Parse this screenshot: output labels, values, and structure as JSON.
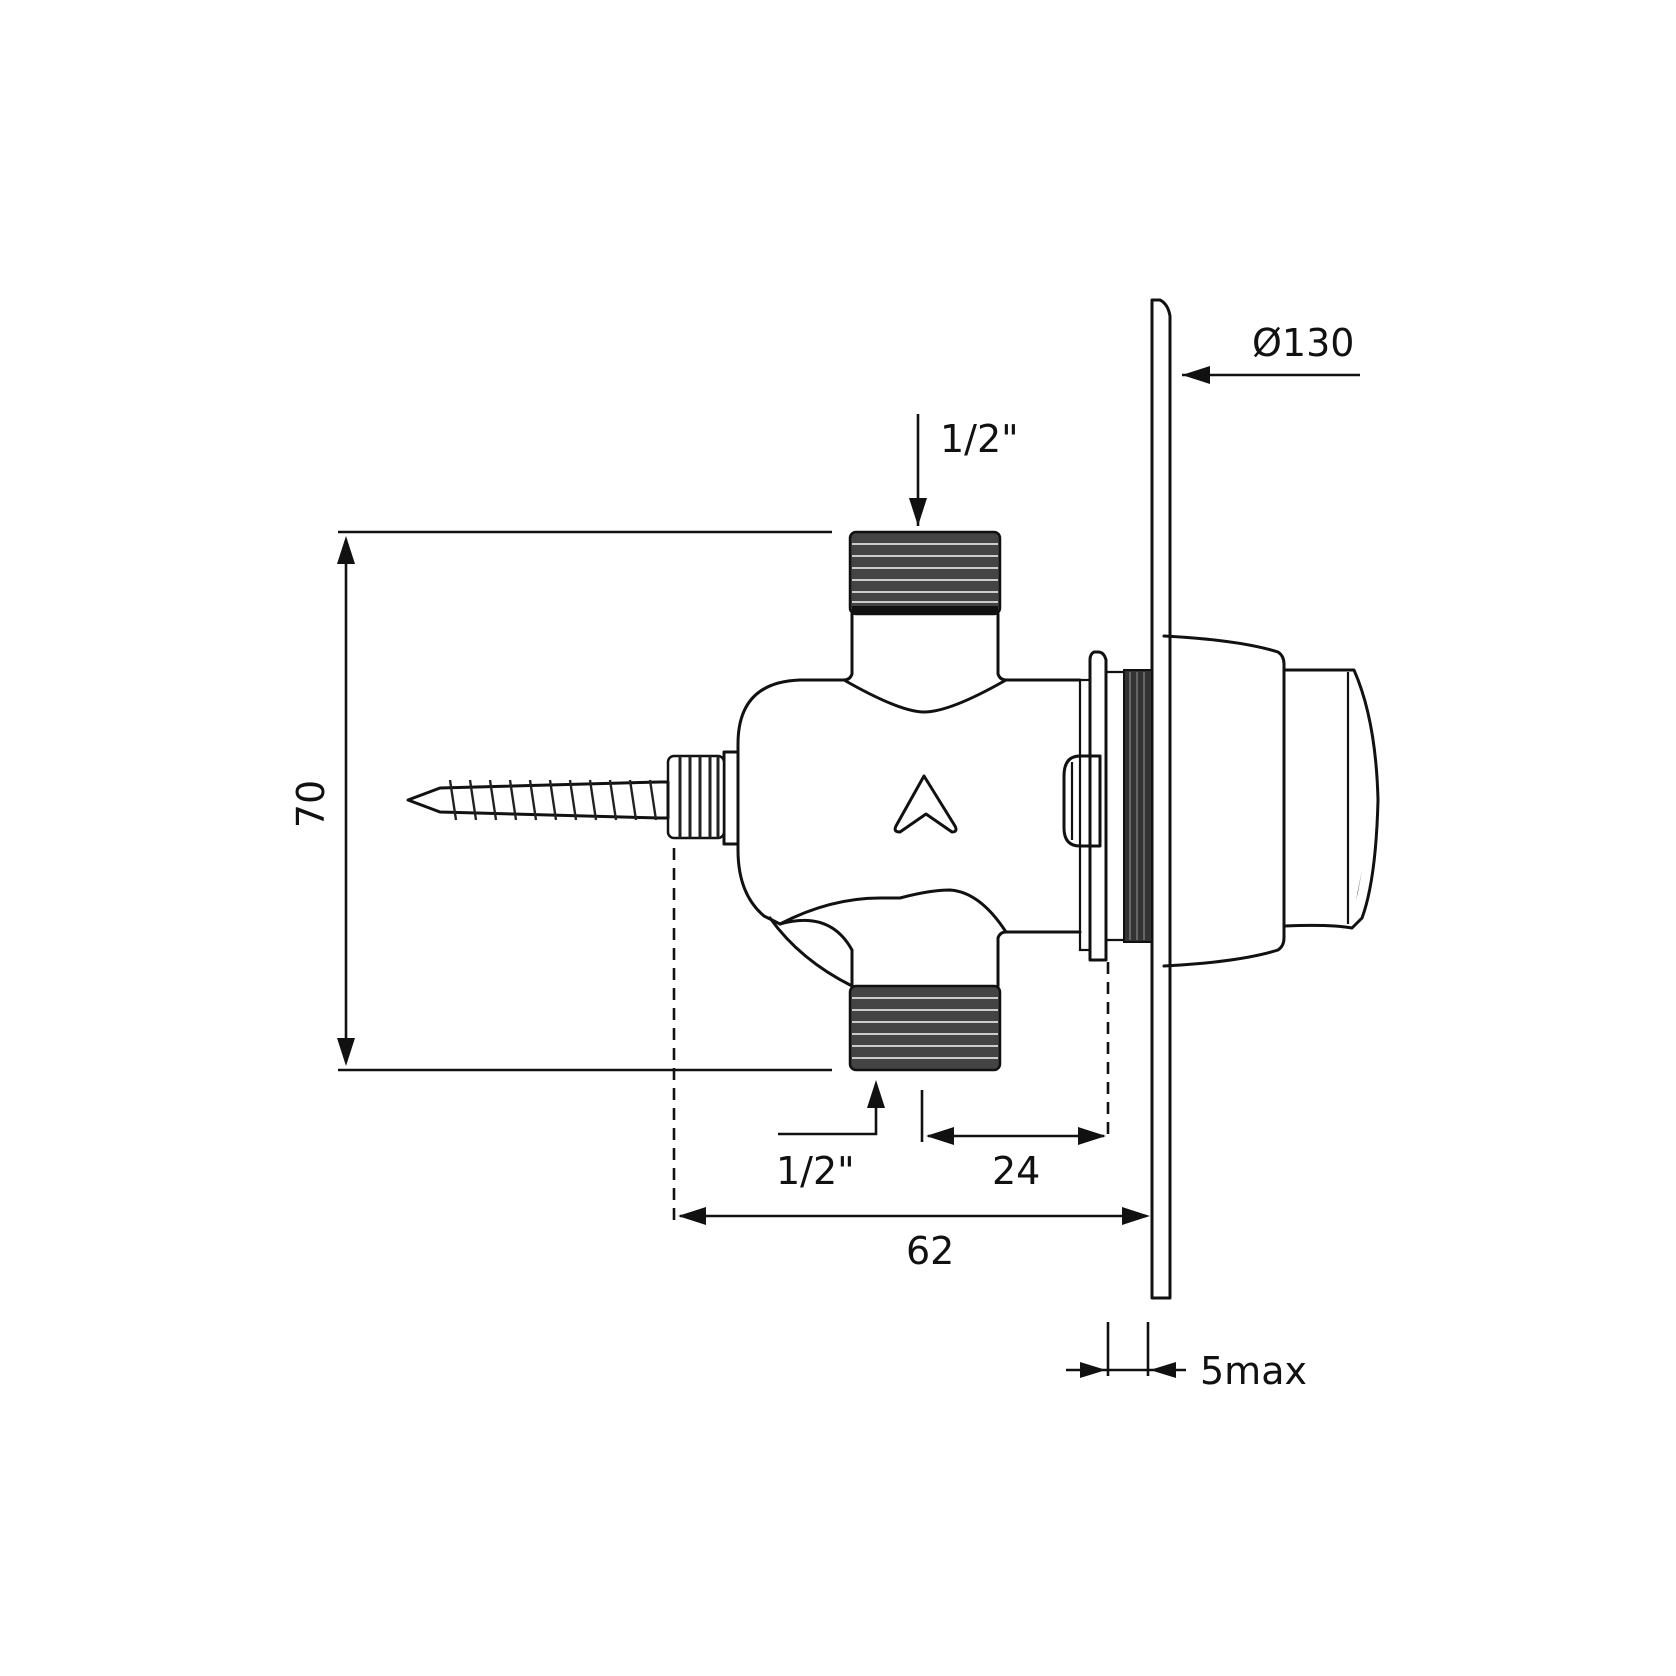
{
  "drawing": {
    "title": "Concealed time-flow valve with wall plate and push button — side elevation",
    "line_color": "#111111",
    "background": "#ffffff"
  },
  "dimensions": {
    "plate_diameter": "Ø130",
    "inlet_top": "1/2\"",
    "outlet_bottom": "1/2\"",
    "height": "70",
    "depth_thread": "24",
    "overall_depth": "62",
    "plate_thickness": "5max"
  },
  "components": [
    {
      "name": "wall-screw"
    },
    {
      "name": "valve-body"
    },
    {
      "name": "inlet-thread-top"
    },
    {
      "name": "outlet-thread-bottom"
    },
    {
      "name": "mounting-flange"
    },
    {
      "name": "wall-plate"
    },
    {
      "name": "push-button"
    }
  ],
  "icons": {
    "body_marking": "arrow-up-chevron"
  }
}
